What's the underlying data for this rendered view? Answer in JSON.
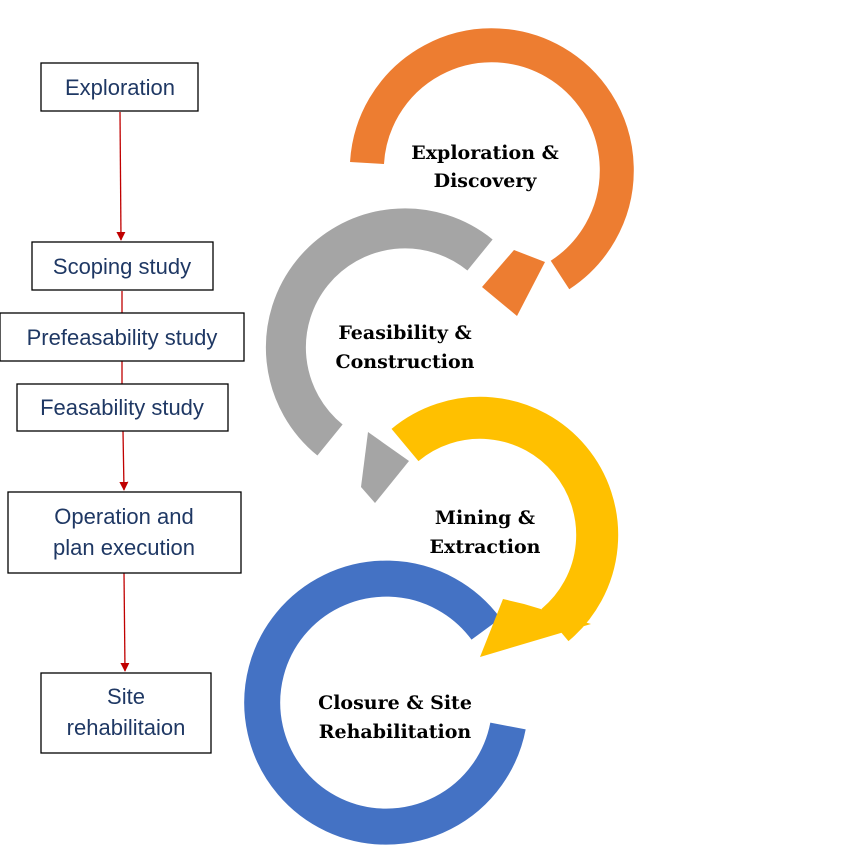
{
  "colors": {
    "box_border": "#000000",
    "box_text": "#1f3864",
    "arrow": "#c00000",
    "stage_exploration": "#ed7d31",
    "stage_feasibility": "#a5a5a5",
    "stage_mining": "#ffc000",
    "stage_closure": "#4472c4",
    "cycle_text": "#000000"
  },
  "process_steps": [
    {
      "lines": [
        "Exploration"
      ]
    },
    {
      "lines": [
        "Scoping study"
      ]
    },
    {
      "lines": [
        "Prefeasability study"
      ]
    },
    {
      "lines": [
        "Feasability study"
      ]
    },
    {
      "lines": [
        "Operation and",
        "plan execution"
      ]
    },
    {
      "lines": [
        "Site",
        "rehabilitaion"
      ]
    }
  ],
  "lifecycle_stages": [
    {
      "lines": [
        "Exploration &",
        "Discovery"
      ]
    },
    {
      "lines": [
        "Feasibility &",
        "Construction"
      ]
    },
    {
      "lines": [
        "Mining &",
        "Extraction"
      ]
    },
    {
      "lines": [
        "Closure & Site",
        "Rehabilitation"
      ]
    }
  ]
}
